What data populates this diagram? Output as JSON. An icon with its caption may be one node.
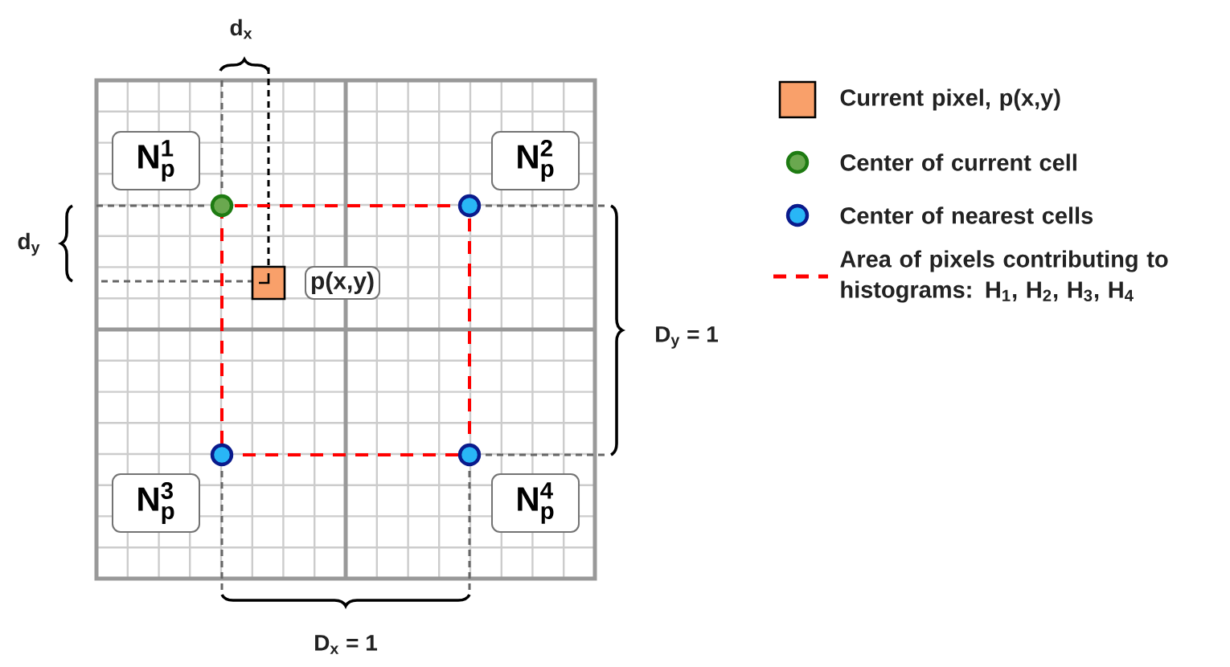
{
  "diagram": {
    "nodes": [
      {
        "text": [
          "\\mathbf{N}_{\\mathbf{p}}^{\\mathbf{1}}"
        ]
      },
      {
        "text": [
          "\\mathbf{N}_{\\mathbf{p}}^{\\mathbf{2}}"
        ]
      },
      {
        "text": [
          "p(x,y)"
        ]
      },
      {
        "text": [
          "\\mathbf{N}_{\\mathbf{p}}^{\\mathbf{3}}"
        ]
      },
      {
        "text": [
          "\\mathbf{N}_{\\mathbf{p}}^{\\mathbf{4}}"
        ]
      }
    ],
    "labels": [
      "d$_{x}$",
      "d$_{y}$",
      "D$_{y}$ = 1",
      "D$_{x}$ = 1"
    ],
    "legend": [
      {
        "text": "Current pixel, p(x,y)",
        "color": "#f9a06a"
      },
      {
        "text": "Center of current cell"
      },
      {
        "text": "Center of nearest cells"
      },
      {
        "text": "Area of pixels contributing to histograms: H$_{1}$, H$_{2}$, H$_{3}$, H$_{4}$"
      }
    ]
  }
}
